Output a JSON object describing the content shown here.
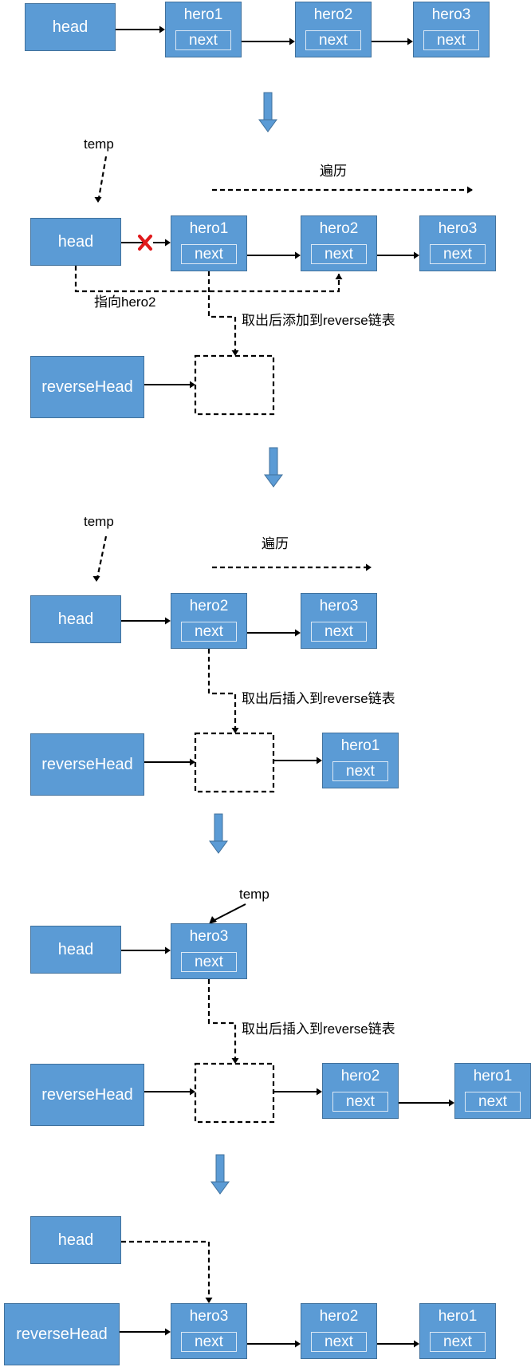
{
  "colors": {
    "node_fill": "#5b9bd5",
    "node_border": "#41719c",
    "step_arrow": "#5b9bd5",
    "cross_mark": "#e0191b"
  },
  "labels": {
    "head": "head",
    "reverse_head": "reverseHead",
    "next": "next",
    "hero1": "hero1",
    "hero2": "hero2",
    "hero3": "hero3",
    "temp": "temp",
    "traverse": "遍历",
    "point_to_hero2": "指向hero2",
    "take_out_add": "取出后添加到reverse链表",
    "take_out_insert": "取出后插入到reverse链表"
  },
  "steps": [
    {
      "description": "initial list",
      "list": [
        "head",
        "hero1",
        "hero2",
        "hero3"
      ]
    },
    {
      "description": "take hero1, add to reverse list",
      "list": [
        "head",
        "hero1",
        "hero2",
        "hero3"
      ],
      "reverse": []
    },
    {
      "description": "take hero2, insert to reverse list",
      "list": [
        "head",
        "hero2",
        "hero3"
      ],
      "reverse": [
        "hero1"
      ]
    },
    {
      "description": "take hero3, insert to reverse list",
      "list": [
        "head",
        "hero3"
      ],
      "reverse": [
        "hero2",
        "hero1"
      ]
    },
    {
      "description": "final",
      "list": [
        "head"
      ],
      "reverse": [
        "hero3",
        "hero2",
        "hero1"
      ]
    }
  ]
}
